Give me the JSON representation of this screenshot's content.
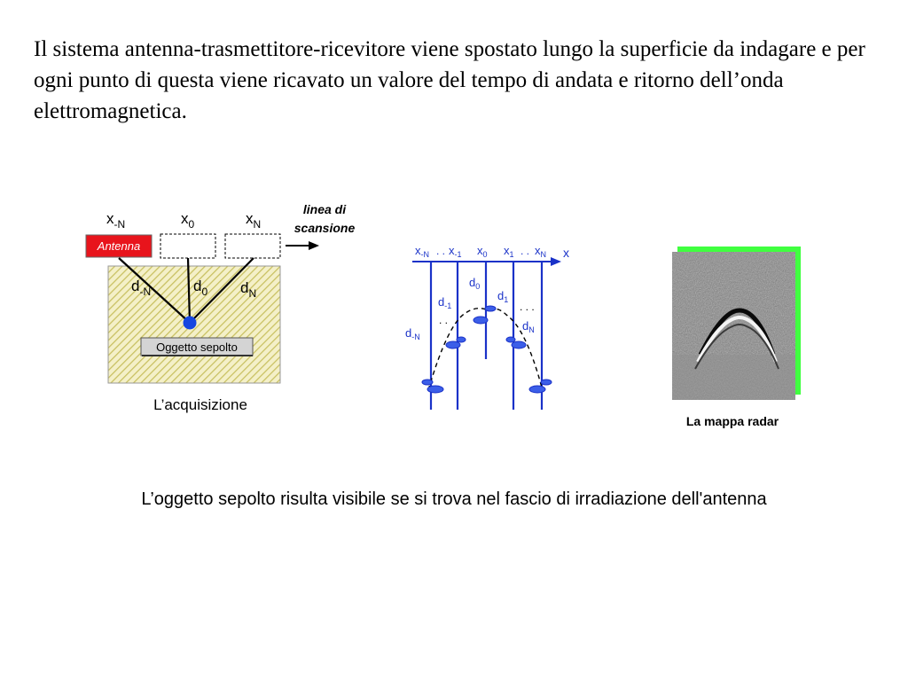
{
  "intro_text": "Il sistema antenna-trasmettitore-ricevitore viene spostato lungo la superficie da indagare e per ogni punto di questa viene ricavato un valore del tempo di andata e ritorno dell’onda elettromagnetica.",
  "acquisition": {
    "x_minus_n": {
      "base": "x",
      "sub": "-N"
    },
    "x_zero": {
      "base": "x",
      "sub": "0"
    },
    "x_n": {
      "base": "x",
      "sub": "N"
    },
    "antenna_label": "Antenna",
    "scan_line_label_1": "linea di",
    "scan_line_label_2": "scansione",
    "d_minus_n": {
      "base": "d",
      "sub": "-N"
    },
    "d_zero": {
      "base": "d",
      "sub": "0"
    },
    "d_n": {
      "base": "d",
      "sub": "N"
    },
    "object_label": "Oggetto sepolto",
    "title": "L’acquisizione",
    "colors": {
      "antenna_red": "#e8141c",
      "ground_hatch": "#c8c060",
      "ground_fill": "#f4f0c8",
      "object_blue": "#1646e0"
    }
  },
  "traces": {
    "axis_labels": [
      {
        "base": "x",
        "sub": "-N"
      },
      {
        "base": "x",
        "sub": "-1"
      },
      {
        "base": "x",
        "sub": "0"
      },
      {
        "base": "x",
        "sub": "1"
      },
      {
        "base": "x",
        "sub": "N"
      }
    ],
    "axis_dots_left": ". .",
    "axis_dots_right": ". .",
    "axis_name": "x",
    "d_labels": [
      {
        "base": "d",
        "sub": "-N"
      },
      {
        "base": "d",
        "sub": "-1"
      },
      {
        "base": "d",
        "sub": "0"
      },
      {
        "base": "d",
        "sub": "1"
      },
      {
        "base": "d",
        "sub": "N"
      }
    ],
    "dots_left": ". .",
    "dots_right": ". . .",
    "color": "#1a32c8"
  },
  "radar_map": {
    "label": "La mappa radar",
    "colors": {
      "frame_green": "#40ff40",
      "noise_gray": "#8a8a8a"
    }
  },
  "caption": "L’oggetto sepolto risulta visibile se si trova nel fascio di irradiazione dell'antenna"
}
